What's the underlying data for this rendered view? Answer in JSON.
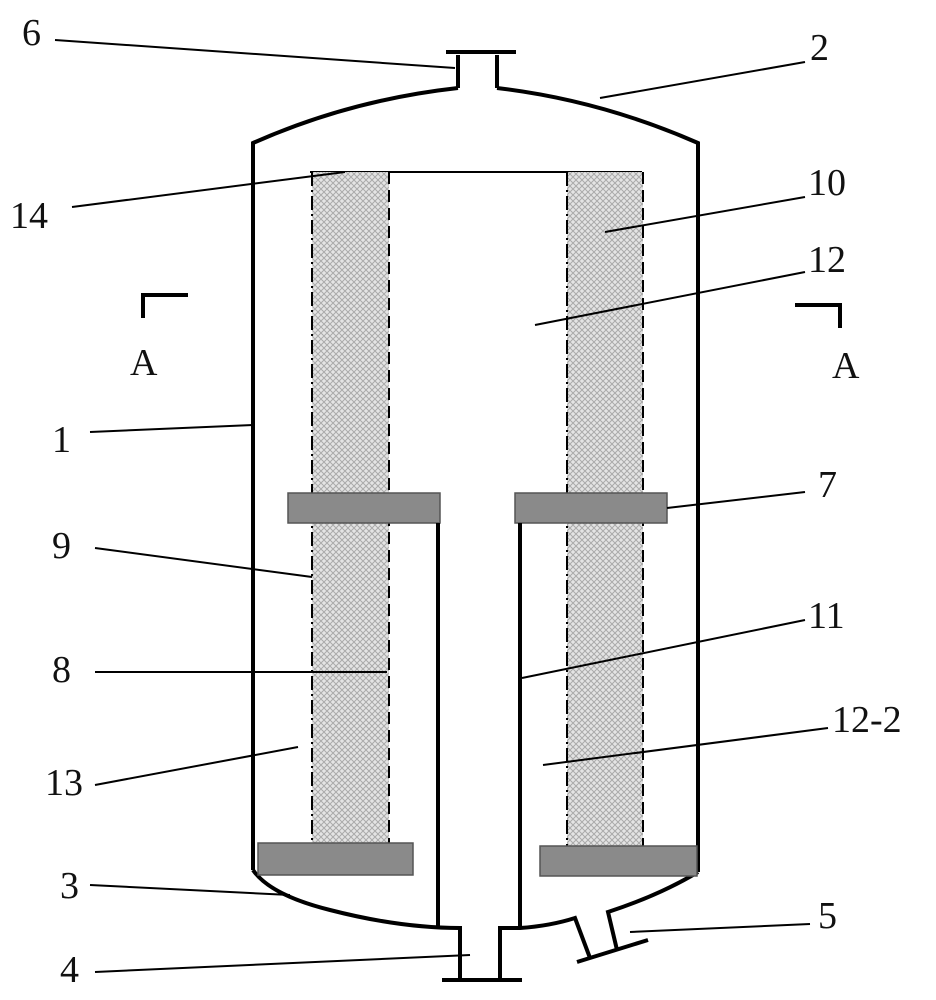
{
  "labels": {
    "l6": "6",
    "l2": "2",
    "l14": "14",
    "l10": "10",
    "l12": "12",
    "l1": "1",
    "l7": "7",
    "l9": "9",
    "l11": "11",
    "l8": "8",
    "l12_2": "12-2",
    "l13": "13",
    "l3": "3",
    "l5": "5",
    "l4": "4"
  },
  "section": {
    "left": "A",
    "right": "A"
  },
  "colors": {
    "plate": "#8a8a8a",
    "filter": "#d8d8d8",
    "line": "#000000"
  }
}
